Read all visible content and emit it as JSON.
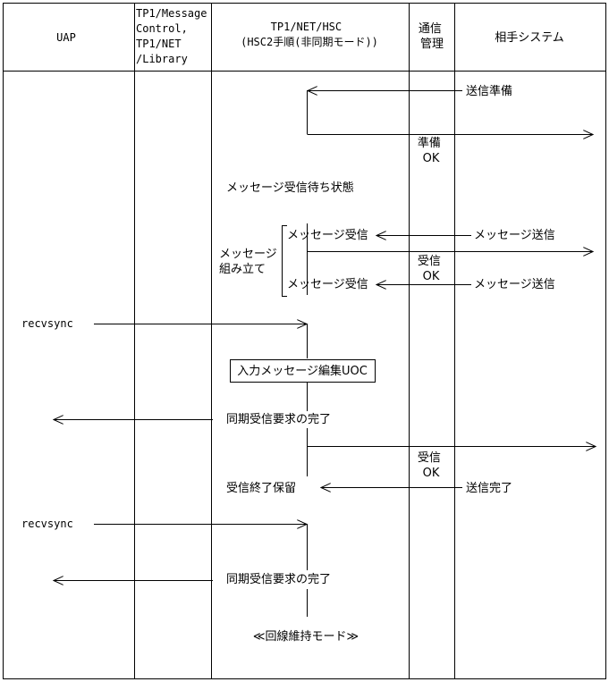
{
  "columns": {
    "uap": "UAP",
    "middleware": [
      "TP1/Message",
      "Control,",
      "TP1/NET",
      "/Library"
    ],
    "hsc": [
      "TP1/NET/HSC",
      "(HSC2手順(非同期モード))"
    ],
    "comm": [
      "通信",
      "管理"
    ],
    "partner": "相手システム"
  },
  "labels": {
    "send_ready": "送信準備",
    "ready_ok": [
      "準備",
      "OK"
    ],
    "wait_state": "メッセージ受信待ち状態",
    "msg_recv_1": "メッセージ受信",
    "msg_send_1": "メッセージ送信",
    "recv_ok_1": [
      "受信",
      "OK"
    ],
    "msg_recv_2": "メッセージ受信",
    "msg_send_2": "メッセージ送信",
    "assembly": [
      "メッセージ",
      "組み立て"
    ],
    "recvsync_1": "recvsync",
    "uoc_box": "入力メッセージ編集UOC",
    "sync_done_1": "同期受信要求の完了",
    "recv_ok_2": [
      "受信",
      "OK"
    ],
    "recv_end_hold": "受信終了保留",
    "send_done": "送信完了",
    "recvsync_2": "recvsync",
    "sync_done_2": "同期受信要求の完了",
    "line_keep_mode": "≪回線維持モード≫"
  }
}
